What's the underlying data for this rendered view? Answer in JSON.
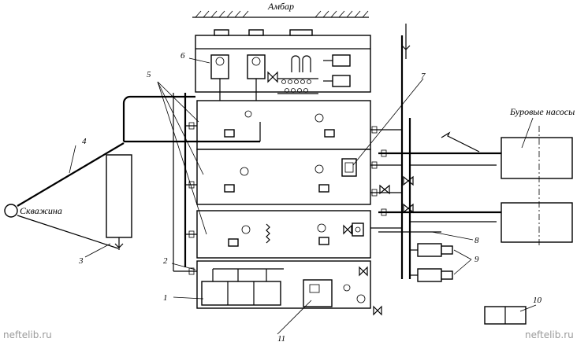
{
  "labels": {
    "ambar": "Амбар",
    "well": "Скважина",
    "pumps": "Буровые насосы"
  },
  "numbers": {
    "n1": "1",
    "n2": "2",
    "n3": "3",
    "n4": "4",
    "n5": "5",
    "n6": "6",
    "n7": "7",
    "n8": "8",
    "n9": "9",
    "n10": "10",
    "n11": "11"
  },
  "watermarks": {
    "left": "neftelib.ru",
    "right": "neftelib.ru"
  }
}
